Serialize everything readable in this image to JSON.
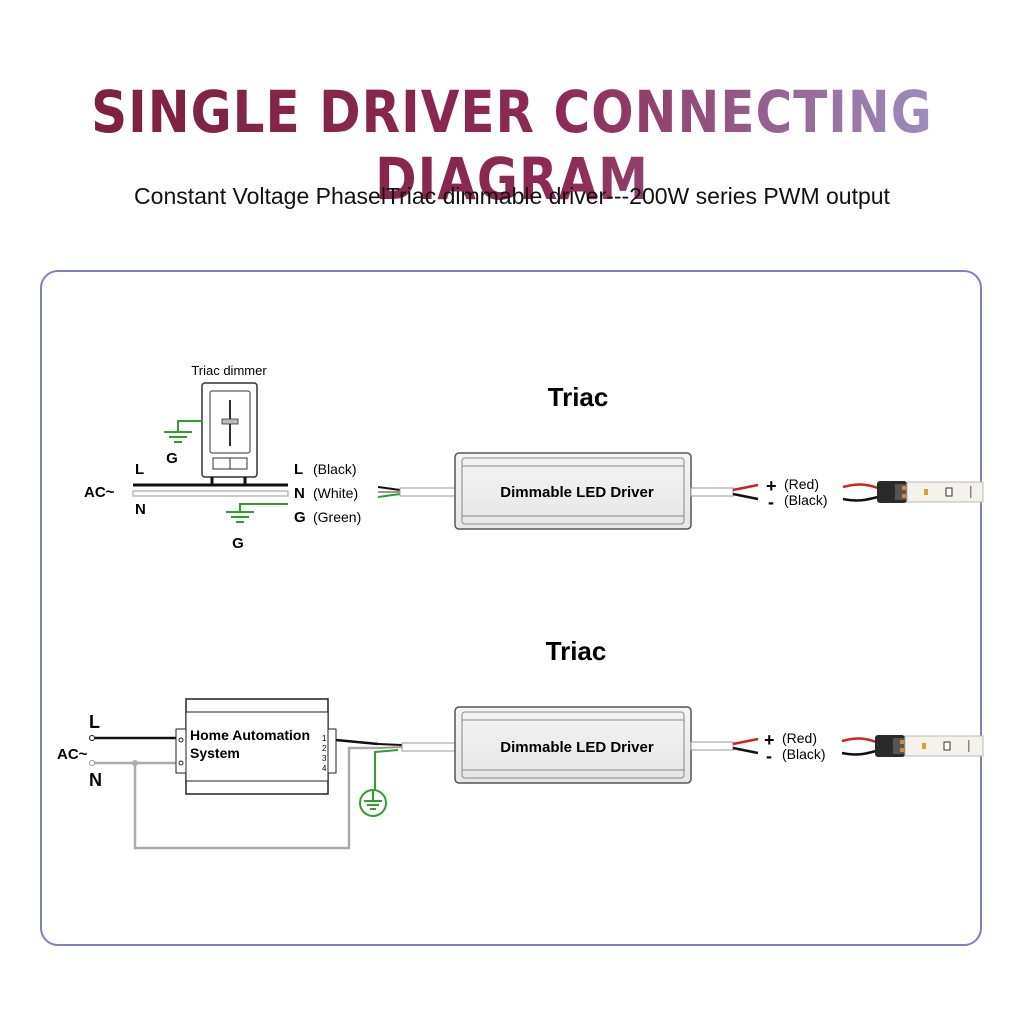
{
  "header": {
    "title": "SINGLE DRIVER CONNECTING DIAGRAM",
    "subtitle": "Constant Voltage PhaselTriac dimmable driver---200W series PWM output"
  },
  "diagram_top": {
    "heading": "Triac",
    "dimmer_label": "Triac dimmer",
    "ground_top": "G",
    "ground_bottom": "G",
    "ac_label": "AC~",
    "line_left": "L",
    "neutral_left": "N",
    "wire_l": "L",
    "wire_l_color": "(Black)",
    "wire_n": "N",
    "wire_n_color": "(White)",
    "wire_g": "G",
    "wire_g_color": "(Green)",
    "driver_label": "Dimmable LED Driver",
    "out_plus": "+",
    "out_plus_color": "(Red)",
    "out_minus": "-",
    "out_minus_color": "(Black)"
  },
  "diagram_bottom": {
    "heading": "Triac",
    "ac_label": "AC~",
    "line_left": "L",
    "neutral_left": "N",
    "automation_line1": "Home Automation",
    "automation_line2": "System",
    "terminal_1": "1",
    "terminal_2": "2",
    "terminal_3": "3",
    "terminal_4": "4",
    "driver_label": "Dimmable LED Driver",
    "out_plus": "+",
    "out_plus_color": "(Red)",
    "out_minus": "-",
    "out_minus_color": "(Black)"
  },
  "colors": {
    "title_start": "#7a1f3c",
    "title_end": "#a2a6d8",
    "frame_border": "#7a82c0",
    "ground_green": "#2ea02e",
    "wire_red": "#d42020",
    "wire_gray": "#aaaaaa"
  }
}
